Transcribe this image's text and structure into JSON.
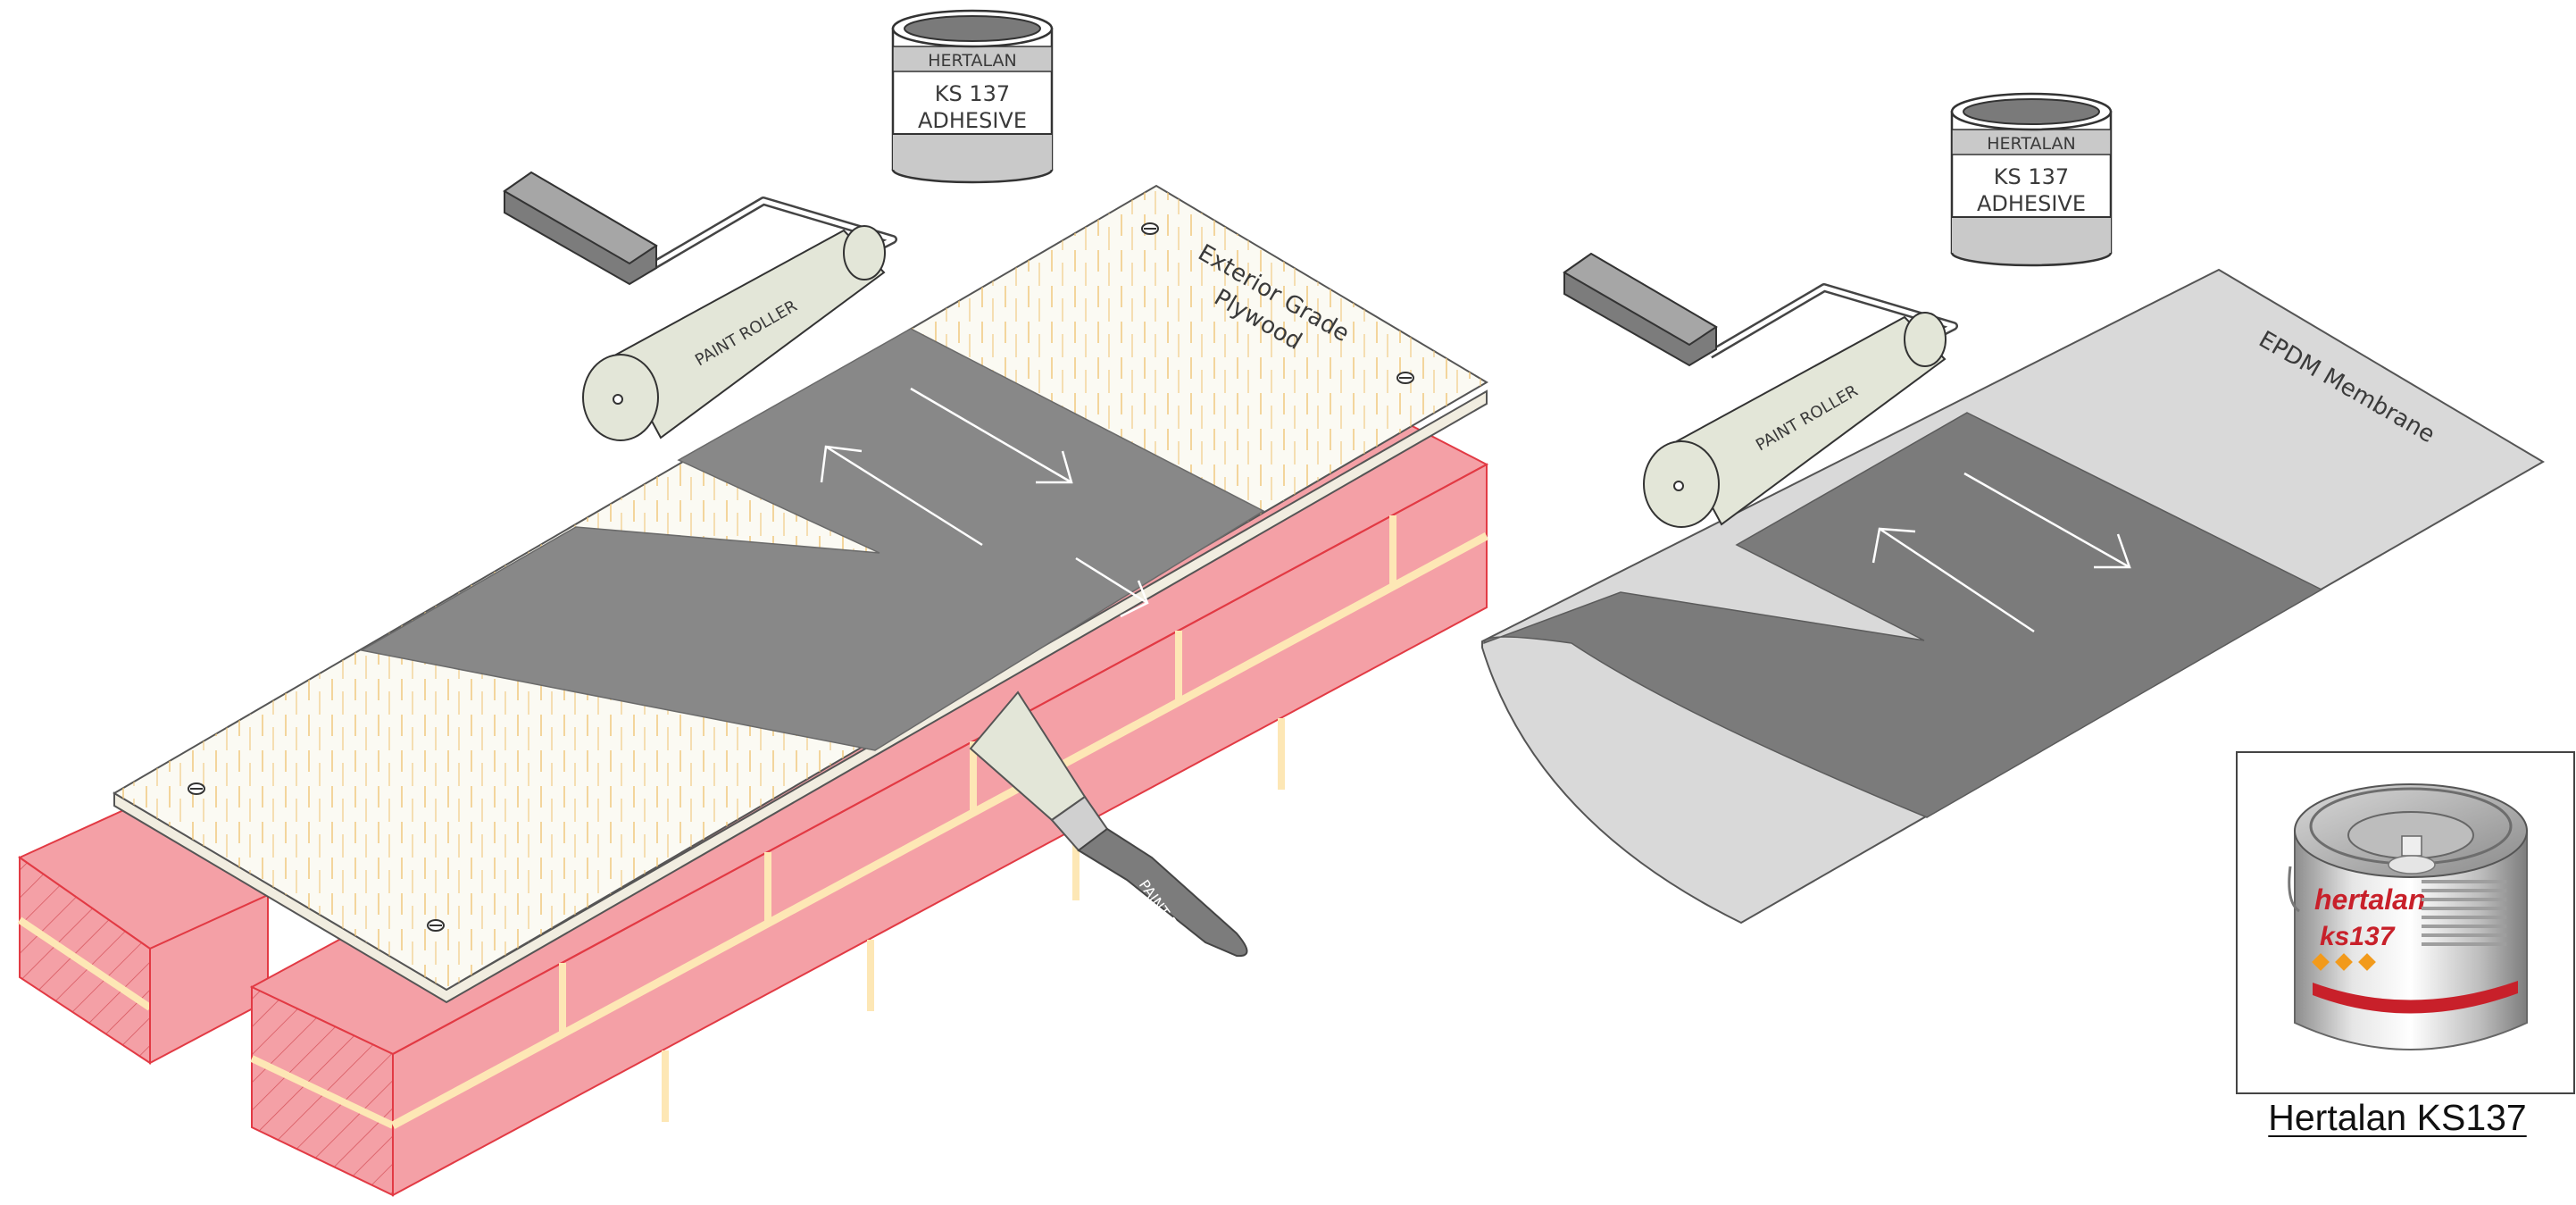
{
  "left_scene": {
    "tin": {
      "brand": "HERTALAN",
      "line1": "KS 137",
      "line2": "ADHESIVE"
    },
    "roller_label": "PAINT ROLLER",
    "board_label_line1": "Exterior Grade",
    "board_label_line2": "Plywood",
    "brush_label": "PAINT BRUSH"
  },
  "right_scene": {
    "tin": {
      "brand": "HERTALAN",
      "line1": "KS 137",
      "line2": "ADHESIVE"
    },
    "roller_label": "PAINT ROLLER",
    "membrane_label": "EPDM Membrane"
  },
  "product": {
    "caption": "Hertalan KS137",
    "can_brand": "hertalan",
    "can_model": "ks137"
  },
  "colors": {
    "brick": "#f4a0a6",
    "brick_outline": "#e23a44",
    "mortar": "#fde7b5",
    "plywood": "#fbfaf3",
    "adhesive": "#888888",
    "membrane": "#d9d9d9",
    "membrane_coated": "#7b7b7b",
    "roller": "#e3e6d8",
    "handle": "#7c7c7c"
  }
}
